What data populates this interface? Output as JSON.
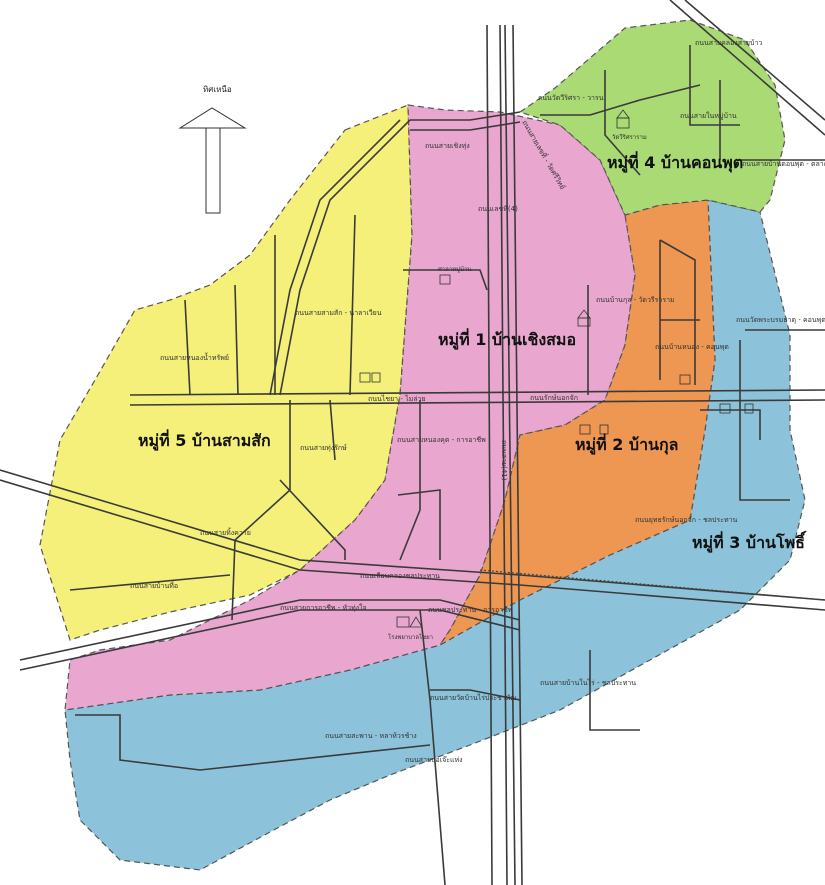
{
  "colors": {
    "village1": "#e9a6cf",
    "village2": "#ee9752",
    "village3": "#8cc3db",
    "village4": "#a9da74",
    "village5": "#f4f07a"
  },
  "north": {
    "label": "ทิศเหนือ"
  },
  "villages": [
    {
      "id": "village1",
      "label": "หมู่ที่ 1 บ้านเชิงสมอ"
    },
    {
      "id": "village2",
      "label": "หมู่ที่ 2 บ้านกุล"
    },
    {
      "id": "village3",
      "label": "หมู่ที่ 3 บ้านโพธิ์"
    },
    {
      "id": "village4",
      "label": "หมู่ที่ 4 บ้านคอนพุต"
    },
    {
      "id": "village5",
      "label": "หมู่ที่ 5 บ้านสามสัก"
    }
  ],
  "roads": {
    "r01": "ถนนสายคลองสายบ้าว",
    "r02": "ถนนวัดวีริศรา - วารน",
    "r03": "ถนนสายในหมู่บ้าน",
    "r04": "ถนนสายเชิงทุ่ง",
    "r05": "ถนนสายเลขที่ - วัดศรีวิทย์",
    "r06": "ถนนสายบ้านตอนพุต - ตลาดไชยา",
    "r07": "ถนนเลขที่(4)",
    "r08": "ถนนบ้านกุล - วัดวรีราราม",
    "r09": "ถนนวัดพระบรมธาตุ - คอนพุต",
    "r10": "ถนนสายสามสัก - นาลาเวียน",
    "r11": "ถนนสายหนองน้ำทรัพย์",
    "r12": "ถนนบ้านหนอง - คอนพุต",
    "r13": "ถนนไชยา - ไมล่าย",
    "r14": "ถนนรักษ์นอกจัก",
    "r15": "ถนนสายหนองคุต - การอาชีพ",
    "r16": "ถนนสายทุ่งรักษ์",
    "r17": "ถนนสายทิ้งควาย",
    "r18": "ถนนสาย(41)",
    "r19": "ถนนยุทธรักษ์นอกจัก - ชลประทาน",
    "r20": "ถนนสายบ้านที่อ",
    "r21": "ถนนเลียบคลองชลประทาน",
    "r22": "ถนนสายการอาชีพ - หัวทุ่งใจ",
    "r23": "ถนนชลประทาน - การอาชีพ",
    "r24": "ถนนสายบ้านในไร่ - ชลประทาน",
    "r25": "ถนนสายวัดบ้านไร่ประชาพัฒ",
    "r26": "ถนนสายสะพาน - หลาห้วรช้าง",
    "r27": "ถนนสายบ่อเจ๊ะแห่ง"
  },
  "places": {
    "temple": "วัดวีริศราราม",
    "school": "ศาลาหมู่บ้าน",
    "hospital": "โรงพยาบาลไชยา"
  }
}
